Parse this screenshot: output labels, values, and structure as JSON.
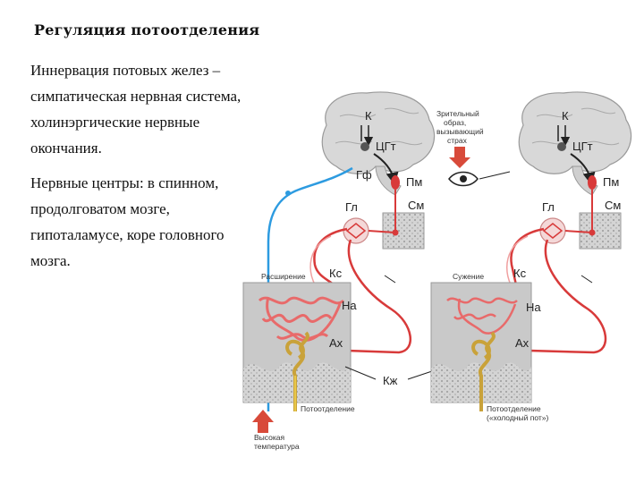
{
  "title": "Регуляция потоотделения",
  "paragraphs": [
    "Иннервация потовых желез – симпатическая нервная система, холинэргические нервные окончания.",
    "Нервные центры: в спинном, продолговатом мозге, гипоталамусе, коре головного мозга."
  ],
  "diagram": {
    "labels": {
      "cortex": "К",
      "cgt": "ЦГт",
      "gf": "Гф",
      "pm": "Пм",
      "gl": "Гл",
      "sm": "См",
      "ks": "Кс",
      "na": "На",
      "ah": "Ах",
      "kzh": "Кж",
      "dilation": "Расширение",
      "constriction": "Сужение",
      "sweating": "Потоотделение",
      "cold_sweat_1": "Потоотделение",
      "cold_sweat_2": "(«холодный пот»)",
      "high_temp_1": "Высокая",
      "high_temp_2": "температура",
      "visual_1": "Зрительный",
      "visual_2": "образ,",
      "visual_3": "вызывающий",
      "visual_4": "страх"
    },
    "colors": {
      "blue_path": "#2d9be0",
      "red_path": "#d83a3a",
      "vessel": "#e86a6a",
      "gland": "#e8c84a",
      "skin": "#c9c9c9",
      "brain": "#d8d8d8",
      "arrow": "#d84a3a"
    }
  }
}
